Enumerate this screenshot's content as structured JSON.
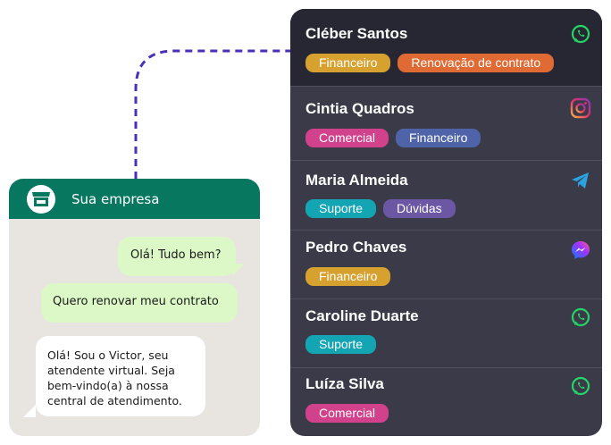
{
  "chat": {
    "business_name": "Sua empresa",
    "messages": [
      {
        "from": "user",
        "text": "Olá! Tudo bem?"
      },
      {
        "from": "user",
        "text": "Quero renovar meu contrato"
      },
      {
        "from": "bot",
        "text": "Olá! Sou o Victor, seu atendente virtual. Seja bem-vindo(a) à nossa central de atendimento.",
        "lines": [
          "Olá! Sou o Victor, seu",
          "atendente virtual. Seja",
          "bem-vindo(a) à nossa",
          "central de atendimento."
        ]
      }
    ]
  },
  "contacts": [
    {
      "name": "Cléber Santos",
      "channel": "whatsapp-icon",
      "tags": [
        {
          "label": "Financeiro",
          "color": "#d6a12f"
        },
        {
          "label": "Renovação de contrato",
          "color": "#e06a33"
        }
      ]
    },
    {
      "name": "Cintia Quadros",
      "channel": "instagram-icon",
      "tags": [
        {
          "label": "Comercial",
          "color": "#d2418b"
        },
        {
          "label": "Financeiro",
          "color": "#4e63a8"
        }
      ]
    },
    {
      "name": "Maria Almeida",
      "channel": "telegram-icon",
      "tags": [
        {
          "label": "Suporte",
          "color": "#13a5b3"
        },
        {
          "label": "Dúvidas",
          "color": "#6c57a5"
        }
      ]
    },
    {
      "name": "Pedro Chaves",
      "channel": "messenger-icon",
      "tags": [
        {
          "label": "Financeiro",
          "color": "#d6a12f"
        }
      ]
    },
    {
      "name": "Caroline Duarte",
      "channel": "whatsapp-icon",
      "tags": [
        {
          "label": "Suporte",
          "color": "#13a5b3"
        }
      ]
    },
    {
      "name": "Luíza Silva",
      "channel": "whatsapp-icon",
      "tags": [
        {
          "label": "Comercial",
          "color": "#d2418b"
        }
      ]
    }
  ],
  "colors": {
    "header_green": "#08775f",
    "connector": "#4a2fb8",
    "panel": "#3b3a48"
  }
}
